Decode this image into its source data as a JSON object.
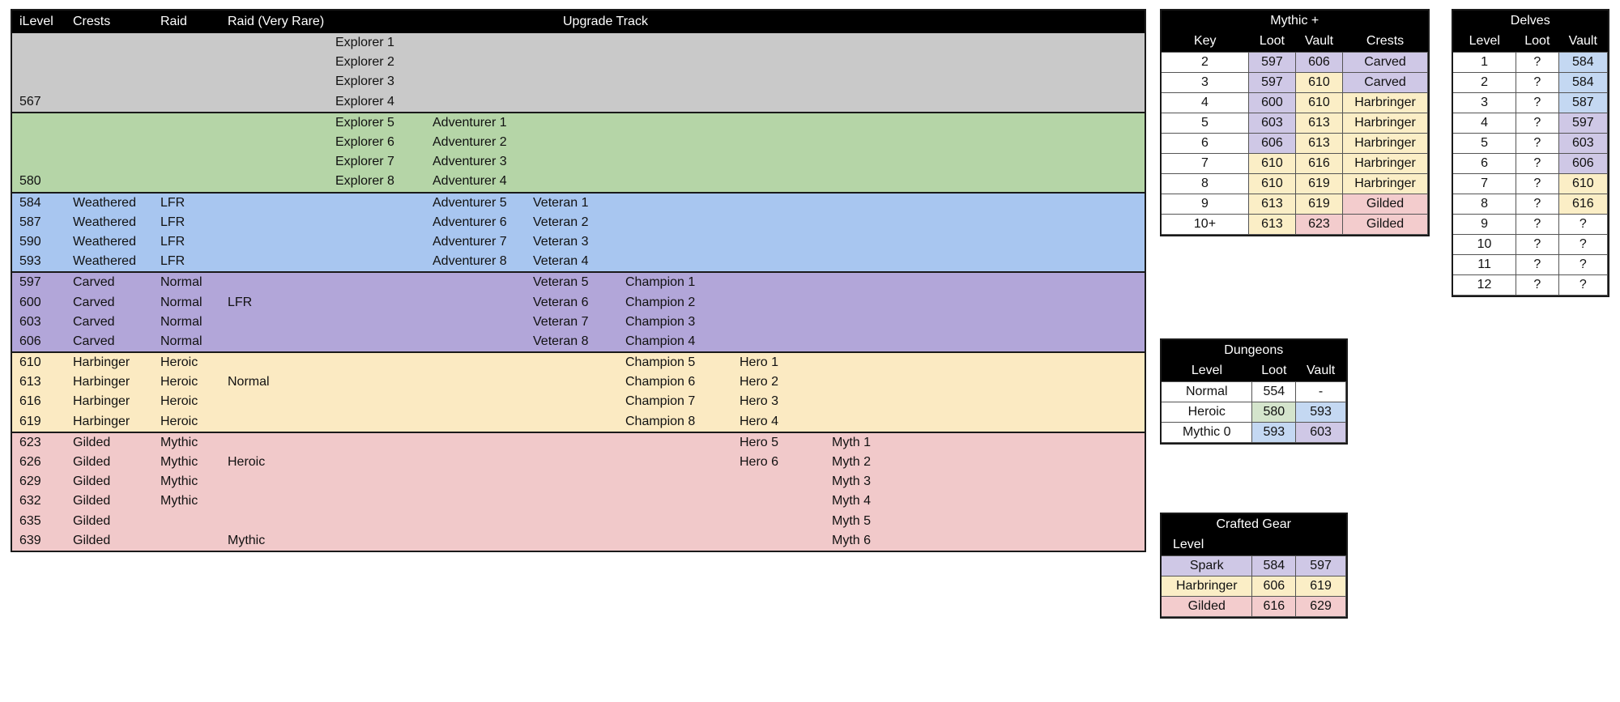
{
  "main_table": {
    "headers": [
      "iLevel",
      "Crests",
      "Raid",
      "Raid (Very Rare)",
      "Upgrade Track"
    ],
    "bands": [
      {
        "color": "gray",
        "rows": [
          {
            "ilevel": "",
            "crests": "",
            "raid": "",
            "raid_vr": "",
            "t1": "Explorer 1",
            "t2": "",
            "t3": "",
            "t4": "",
            "t5": "",
            "t6": ""
          },
          {
            "ilevel": "",
            "crests": "",
            "raid": "",
            "raid_vr": "",
            "t1": "Explorer 2",
            "t2": "",
            "t3": "",
            "t4": "",
            "t5": "",
            "t6": ""
          },
          {
            "ilevel": "",
            "crests": "",
            "raid": "",
            "raid_vr": "",
            "t1": "Explorer 3",
            "t2": "",
            "t3": "",
            "t4": "",
            "t5": "",
            "t6": ""
          },
          {
            "ilevel": "567",
            "crests": "",
            "raid": "",
            "raid_vr": "",
            "t1": "Explorer 4",
            "t2": "",
            "t3": "",
            "t4": "",
            "t5": "",
            "t6": ""
          }
        ]
      },
      {
        "color": "green",
        "rows": [
          {
            "ilevel": "",
            "crests": "",
            "raid": "",
            "raid_vr": "",
            "t1": "Explorer 5",
            "t2": "Adventurer 1",
            "t3": "",
            "t4": "",
            "t5": "",
            "t6": ""
          },
          {
            "ilevel": "",
            "crests": "",
            "raid": "",
            "raid_vr": "",
            "t1": "Explorer 6",
            "t2": "Adventurer 2",
            "t3": "",
            "t4": "",
            "t5": "",
            "t6": ""
          },
          {
            "ilevel": "",
            "crests": "",
            "raid": "",
            "raid_vr": "",
            "t1": "Explorer 7",
            "t2": "Adventurer 3",
            "t3": "",
            "t4": "",
            "t5": "",
            "t6": ""
          },
          {
            "ilevel": "580",
            "crests": "",
            "raid": "",
            "raid_vr": "",
            "t1": "Explorer 8",
            "t2": "Adventurer 4",
            "t3": "",
            "t4": "",
            "t5": "",
            "t6": ""
          }
        ]
      },
      {
        "color": "blue",
        "rows": [
          {
            "ilevel": "584",
            "crests": "Weathered",
            "raid": "LFR",
            "raid_vr": "",
            "t1": "",
            "t2": "Adventurer 5",
            "t3": "Veteran 1",
            "t4": "",
            "t5": "",
            "t6": ""
          },
          {
            "ilevel": "587",
            "crests": "Weathered",
            "raid": "LFR",
            "raid_vr": "",
            "t1": "",
            "t2": "Adventurer 6",
            "t3": "Veteran 2",
            "t4": "",
            "t5": "",
            "t6": ""
          },
          {
            "ilevel": "590",
            "crests": "Weathered",
            "raid": "LFR",
            "raid_vr": "",
            "t1": "",
            "t2": "Adventurer 7",
            "t3": "Veteran 3",
            "t4": "",
            "t5": "",
            "t6": ""
          },
          {
            "ilevel": "593",
            "crests": "Weathered",
            "raid": "LFR",
            "raid_vr": "",
            "t1": "",
            "t2": "Adventurer 8",
            "t3": "Veteran 4",
            "t4": "",
            "t5": "",
            "t6": ""
          }
        ]
      },
      {
        "color": "purple",
        "rows": [
          {
            "ilevel": "597",
            "crests": "Carved",
            "raid": "Normal",
            "raid_vr": "",
            "t1": "",
            "t2": "",
            "t3": "Veteran 5",
            "t4": "Champion 1",
            "t5": "",
            "t6": ""
          },
          {
            "ilevel": "600",
            "crests": "Carved",
            "raid": "Normal",
            "raid_vr": "LFR",
            "t1": "",
            "t2": "",
            "t3": "Veteran 6",
            "t4": "Champion 2",
            "t5": "",
            "t6": ""
          },
          {
            "ilevel": "603",
            "crests": "Carved",
            "raid": "Normal",
            "raid_vr": "",
            "t1": "",
            "t2": "",
            "t3": "Veteran 7",
            "t4": "Champion 3",
            "t5": "",
            "t6": ""
          },
          {
            "ilevel": "606",
            "crests": "Carved",
            "raid": "Normal",
            "raid_vr": "",
            "t1": "",
            "t2": "",
            "t3": "Veteran 8",
            "t4": "Champion 4",
            "t5": "",
            "t6": ""
          }
        ]
      },
      {
        "color": "yellow",
        "rows": [
          {
            "ilevel": "610",
            "crests": "Harbinger",
            "raid": "Heroic",
            "raid_vr": "",
            "t1": "",
            "t2": "",
            "t3": "",
            "t4": "Champion 5",
            "t5": "Hero 1",
            "t6": ""
          },
          {
            "ilevel": "613",
            "crests": "Harbinger",
            "raid": "Heroic",
            "raid_vr": "Normal",
            "t1": "",
            "t2": "",
            "t3": "",
            "t4": "Champion 6",
            "t5": "Hero 2",
            "t6": ""
          },
          {
            "ilevel": "616",
            "crests": "Harbinger",
            "raid": "Heroic",
            "raid_vr": "",
            "t1": "",
            "t2": "",
            "t3": "",
            "t4": "Champion 7",
            "t5": "Hero 3",
            "t6": ""
          },
          {
            "ilevel": "619",
            "crests": "Harbinger",
            "raid": "Heroic",
            "raid_vr": "",
            "t1": "",
            "t2": "",
            "t3": "",
            "t4": "Champion 8",
            "t5": "Hero 4",
            "t6": ""
          }
        ]
      },
      {
        "color": "pink",
        "rows": [
          {
            "ilevel": "623",
            "crests": "Gilded",
            "raid": "Mythic",
            "raid_vr": "",
            "t1": "",
            "t2": "",
            "t3": "",
            "t4": "",
            "t5": "Hero 5",
            "t6": "Myth 1"
          },
          {
            "ilevel": "626",
            "crests": "Gilded",
            "raid": "Mythic",
            "raid_vr": "Heroic",
            "t1": "",
            "t2": "",
            "t3": "",
            "t4": "",
            "t5": "Hero 6",
            "t6": "Myth 2"
          },
          {
            "ilevel": "629",
            "crests": "Gilded",
            "raid": "Mythic",
            "raid_vr": "",
            "t1": "",
            "t2": "",
            "t3": "",
            "t4": "",
            "t5": "",
            "t6": "Myth 3"
          },
          {
            "ilevel": "632",
            "crests": "Gilded",
            "raid": "Mythic",
            "raid_vr": "",
            "t1": "",
            "t2": "",
            "t3": "",
            "t4": "",
            "t5": "",
            "t6": "Myth 4"
          },
          {
            "ilevel": "635",
            "crests": "Gilded",
            "raid": "",
            "raid_vr": "",
            "t1": "",
            "t2": "",
            "t3": "",
            "t4": "",
            "t5": "",
            "t6": "Myth 5"
          },
          {
            "ilevel": "639",
            "crests": "Gilded",
            "raid": "",
            "raid_vr": "Mythic",
            "t1": "",
            "t2": "",
            "t3": "",
            "t4": "",
            "t5": "",
            "t6": "Myth 6"
          }
        ]
      }
    ]
  },
  "mythic_plus": {
    "title": "Mythic +",
    "columns": [
      "Key",
      "Loot",
      "Vault",
      "Crests"
    ],
    "rows": [
      {
        "key": "2",
        "loot": "597",
        "loot_fill": "purple",
        "vault": "606",
        "vault_fill": "purple",
        "crests": "Carved",
        "crests_fill": "purple"
      },
      {
        "key": "3",
        "loot": "597",
        "loot_fill": "purple",
        "vault": "610",
        "vault_fill": "yellow",
        "crests": "Carved",
        "crests_fill": "purple"
      },
      {
        "key": "4",
        "loot": "600",
        "loot_fill": "purple",
        "vault": "610",
        "vault_fill": "yellow",
        "crests": "Harbringer",
        "crests_fill": "yellow"
      },
      {
        "key": "5",
        "loot": "603",
        "loot_fill": "purple",
        "vault": "613",
        "vault_fill": "yellow",
        "crests": "Harbringer",
        "crests_fill": "yellow"
      },
      {
        "key": "6",
        "loot": "606",
        "loot_fill": "purple",
        "vault": "613",
        "vault_fill": "yellow",
        "crests": "Harbringer",
        "crests_fill": "yellow"
      },
      {
        "key": "7",
        "loot": "610",
        "loot_fill": "yellow",
        "vault": "616",
        "vault_fill": "yellow",
        "crests": "Harbringer",
        "crests_fill": "yellow"
      },
      {
        "key": "8",
        "loot": "610",
        "loot_fill": "yellow",
        "vault": "619",
        "vault_fill": "yellow",
        "crests": "Harbringer",
        "crests_fill": "yellow"
      },
      {
        "key": "9",
        "loot": "613",
        "loot_fill": "yellow",
        "vault": "619",
        "vault_fill": "yellow",
        "crests": "Gilded",
        "crests_fill": "pink"
      },
      {
        "key": "10+",
        "loot": "613",
        "loot_fill": "yellow",
        "vault": "623",
        "vault_fill": "pink",
        "crests": "Gilded",
        "crests_fill": "pink"
      }
    ]
  },
  "delves": {
    "title": "Delves",
    "columns": [
      "Level",
      "Loot",
      "Vault"
    ],
    "rows": [
      {
        "level": "1",
        "loot": "?",
        "vault": "584",
        "vault_fill": "blue"
      },
      {
        "level": "2",
        "loot": "?",
        "vault": "584",
        "vault_fill": "blue"
      },
      {
        "level": "3",
        "loot": "?",
        "vault": "587",
        "vault_fill": "blue"
      },
      {
        "level": "4",
        "loot": "?",
        "vault": "597",
        "vault_fill": "purple"
      },
      {
        "level": "5",
        "loot": "?",
        "vault": "603",
        "vault_fill": "purple"
      },
      {
        "level": "6",
        "loot": "?",
        "vault": "606",
        "vault_fill": "purple"
      },
      {
        "level": "7",
        "loot": "?",
        "vault": "610",
        "vault_fill": "yellow"
      },
      {
        "level": "8",
        "loot": "?",
        "vault": "616",
        "vault_fill": "yellow"
      },
      {
        "level": "9",
        "loot": "?",
        "vault": "?",
        "vault_fill": "white"
      },
      {
        "level": "10",
        "loot": "?",
        "vault": "?",
        "vault_fill": "white"
      },
      {
        "level": "11",
        "loot": "?",
        "vault": "?",
        "vault_fill": "white"
      },
      {
        "level": "12",
        "loot": "?",
        "vault": "?",
        "vault_fill": "white"
      }
    ]
  },
  "dungeons": {
    "title": "Dungeons",
    "columns": [
      "Level",
      "Loot",
      "Vault"
    ],
    "rows": [
      {
        "level": "Normal",
        "loot": "554",
        "loot_fill": "white",
        "vault": "-",
        "vault_fill": "white"
      },
      {
        "level": "Heroic",
        "loot": "580",
        "loot_fill": "green",
        "vault": "593",
        "vault_fill": "blue"
      },
      {
        "level": "Mythic 0",
        "loot": "593",
        "loot_fill": "blue",
        "vault": "603",
        "vault_fill": "purple"
      }
    ]
  },
  "crafted_gear": {
    "title": "Crafted Gear",
    "columns": [
      "Level",
      "",
      ""
    ],
    "rows": [
      {
        "level": "Spark",
        "fill": "purple",
        "loot": "584",
        "vault": "597"
      },
      {
        "level": "Harbringer",
        "fill": "yellow",
        "loot": "606",
        "vault": "619"
      },
      {
        "level": "Gilded",
        "fill": "pink",
        "loot": "616",
        "vault": "629"
      }
    ]
  }
}
